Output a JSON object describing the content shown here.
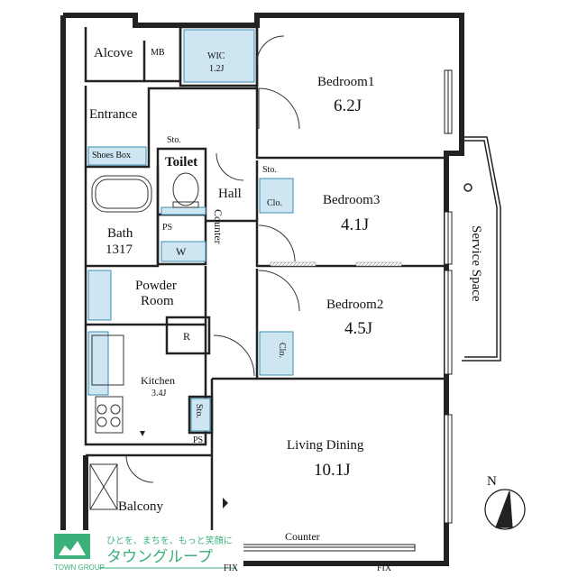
{
  "rooms": {
    "alcove": "Alcove",
    "mb": "MB",
    "wic": "WIC",
    "wic_area": "1.2J",
    "bedroom1": "Bedroom1",
    "bedroom1_area": "6.2J",
    "entrance": "Entrance",
    "shoes_box": "Shoes Box",
    "sto_entrance": "Sto.",
    "toilet": "Toilet",
    "hall": "Hall",
    "sto_bed3": "Sto.",
    "clo_bed3": "Clo.",
    "bedroom3": "Bedroom3",
    "bedroom3_area": "4.1J",
    "bath": "Bath",
    "bath_size": "1317",
    "ps_upper": "PS",
    "w": "W",
    "counter_hall": "Counter",
    "powder_room_1": "Powder",
    "powder_room_2": "Room",
    "r": "R",
    "bedroom2": "Bedroom2",
    "bedroom2_area": "4.5J",
    "clo_bed2": "Clo.",
    "kitchen": "Kitchen",
    "kitchen_area": "3.4J",
    "sto_kitchen": "Sto.",
    "ps_lower": "PS",
    "living_dining": "Living Dining",
    "living_dining_area": "10.1J",
    "balcony": "Balcony",
    "counter_bottom": "Counter",
    "fix_left": "FIX",
    "fix_right": "FIX",
    "service_space": "Service Space",
    "north": "N"
  },
  "logo": {
    "tagline": "ひとを、まちを、もっと笑顔に",
    "name_jp": "タウングループ",
    "name_en": "TOWN GROUP"
  },
  "colors": {
    "wall": "#222222",
    "storage_fill": "#cde6f2",
    "storage_stroke": "#3a8fb7",
    "logo_green": "#3bb07a"
  }
}
